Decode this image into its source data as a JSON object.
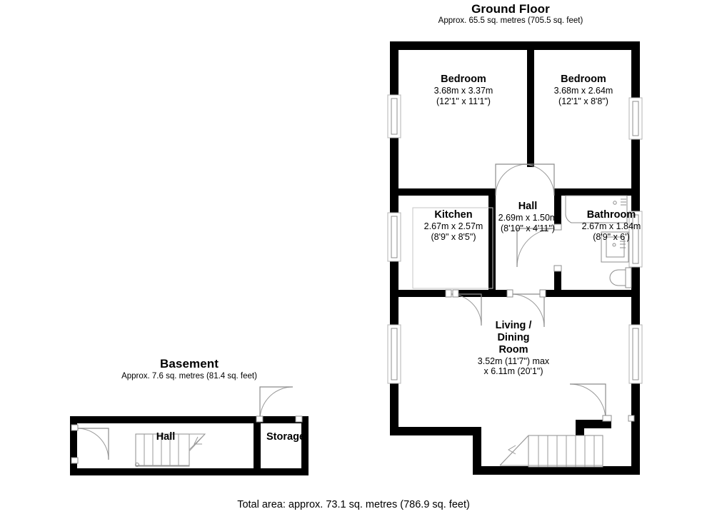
{
  "document": {
    "type": "floor-plan",
    "total_area_text": "Total area: approx. 73.1 sq. metres (786.9 sq. feet)"
  },
  "floors": [
    {
      "id": "ground-floor",
      "title": "Ground Floor",
      "subtitle": "Approx. 65.5 sq. metres (705.5 sq. feet)",
      "rooms": [
        {
          "id": "bedroom-1",
          "name": "Bedroom",
          "dim_metric": "3.68m x 3.37m",
          "dim_imperial": "(12'1\" x 11'1\")"
        },
        {
          "id": "bedroom-2",
          "name": "Bedroom",
          "dim_metric": "3.68m x 2.64m",
          "dim_imperial": "(12'1\" x 8'8\")"
        },
        {
          "id": "kitchen",
          "name": "Kitchen",
          "dim_metric": "2.67m x 2.57m",
          "dim_imperial": "(8'9\" x 8'5\")"
        },
        {
          "id": "hall",
          "name": "Hall",
          "dim_metric": "2.69m x 1.50m",
          "dim_imperial": "(8'10\" x 4'11\")"
        },
        {
          "id": "bathroom",
          "name": "Bathroom",
          "dim_metric": "2.67m x 1.84m",
          "dim_imperial": "(8'9\" x 6')"
        },
        {
          "id": "living-dining-room",
          "name_line1": "Living /",
          "name_line2": "Dining",
          "name_line3": "Room",
          "dim_metric": "3.52m (11'7\") max",
          "dim_imperial": "x 6.11m (20'1\")"
        }
      ]
    },
    {
      "id": "basement",
      "title": "Basement",
      "subtitle": "Approx. 7.6 sq. metres (81.4 sq. feet)",
      "rooms": [
        {
          "id": "basement-hall",
          "name": "Hall"
        },
        {
          "id": "basement-storage",
          "name": "Storage"
        }
      ]
    }
  ],
  "colors": {
    "wall": "#000000",
    "background": "#ffffff",
    "fixture_stroke": "#8c8c8c",
    "text": "#000000"
  }
}
